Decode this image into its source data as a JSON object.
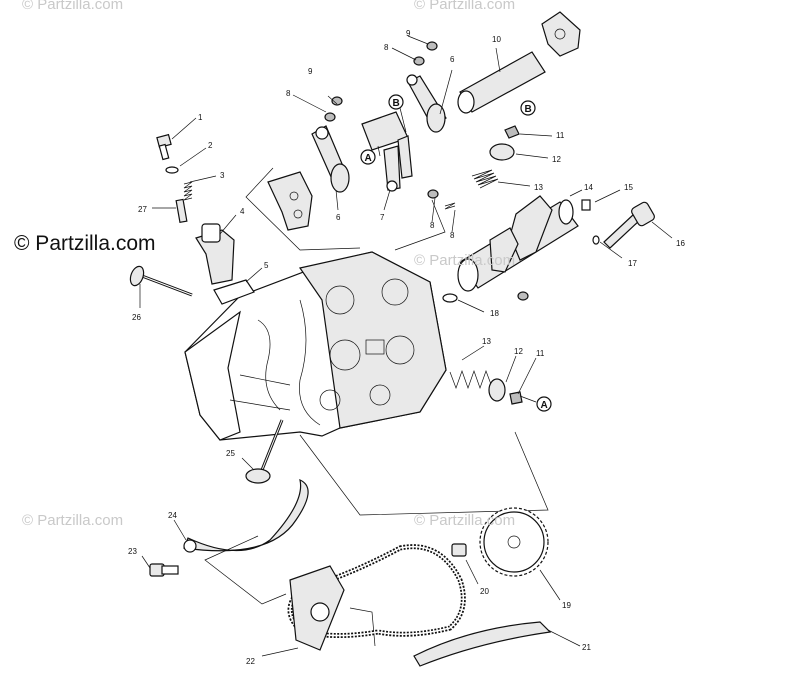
{
  "watermarks": {
    "main": "© Partzilla.com",
    "faint": "© Partzilla.com"
  },
  "callouts": {
    "c1": "1",
    "c2": "2",
    "c3": "3",
    "c4": "4",
    "c5": "5",
    "c6a": "6",
    "c6b": "6",
    "c7": "7",
    "c8a": "8",
    "c8b": "8",
    "c8c": "8",
    "c8d": "8",
    "c9a": "9",
    "c9b": "9",
    "c10": "10",
    "c11a": "11",
    "c11b": "11",
    "c12a": "12",
    "c12b": "12",
    "c13a": "13",
    "c13b": "13",
    "c14": "14",
    "c15": "15",
    "c16": "16",
    "c17": "17",
    "c18": "18",
    "c19": "19",
    "c20": "20",
    "c21": "21",
    "c22": "22",
    "c23": "23",
    "c24": "24",
    "c25": "25",
    "c26": "26",
    "c27": "27"
  },
  "reference_marks": {
    "a1": "A",
    "a2": "A",
    "b1": "B",
    "b2": "B"
  },
  "colors": {
    "line": "#111111",
    "watermark": "#c9c9c9",
    "part_fill": "#e9e9e9"
  }
}
